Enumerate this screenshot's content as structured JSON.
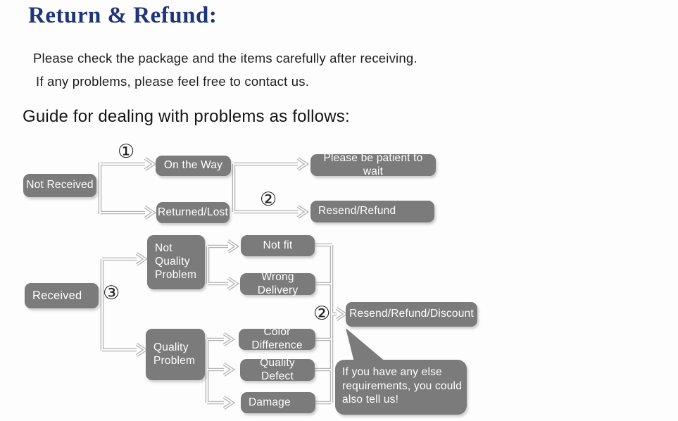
{
  "page": {
    "title": "Return & Refund:",
    "intro_line1": "Please check the package and the items carefully after receiving.",
    "intro_line2": "If any problems, please feel free to contact us.",
    "guide_heading": "Guide for dealing with problems as follows:"
  },
  "colors": {
    "title_navy": "#1f3579",
    "box_gray": "#7b7b7b",
    "box_text": "#ffffff",
    "connector_gray": "#b5b5b5"
  },
  "flowchart": {
    "step_markers": [
      {
        "id": "step-1",
        "symbol": "①"
      },
      {
        "id": "step-2-top",
        "symbol": "②"
      },
      {
        "id": "step-3",
        "symbol": "③"
      },
      {
        "id": "step-2-bottom",
        "symbol": "②"
      }
    ],
    "nodes": {
      "not_received": "Not Received",
      "on_the_way": "On the Way",
      "returned_lost": "Returned/Lost",
      "please_wait": "Please be patient to wait",
      "resend_refund": "Resend/Refund",
      "received": "Received",
      "not_quality_problem": "Not Quality Problem",
      "quality_problem": "Quality Problem",
      "not_fit": "Not fit",
      "wrong_delivery": "Wrong Delivery",
      "color_difference": "Color Difference",
      "quality_defect": "Quality Defect",
      "damage": "Damage",
      "resend_refund_discount": "Resend/Refund/Discount"
    },
    "callout": "If you have any else requirements, you could also tell us!"
  }
}
